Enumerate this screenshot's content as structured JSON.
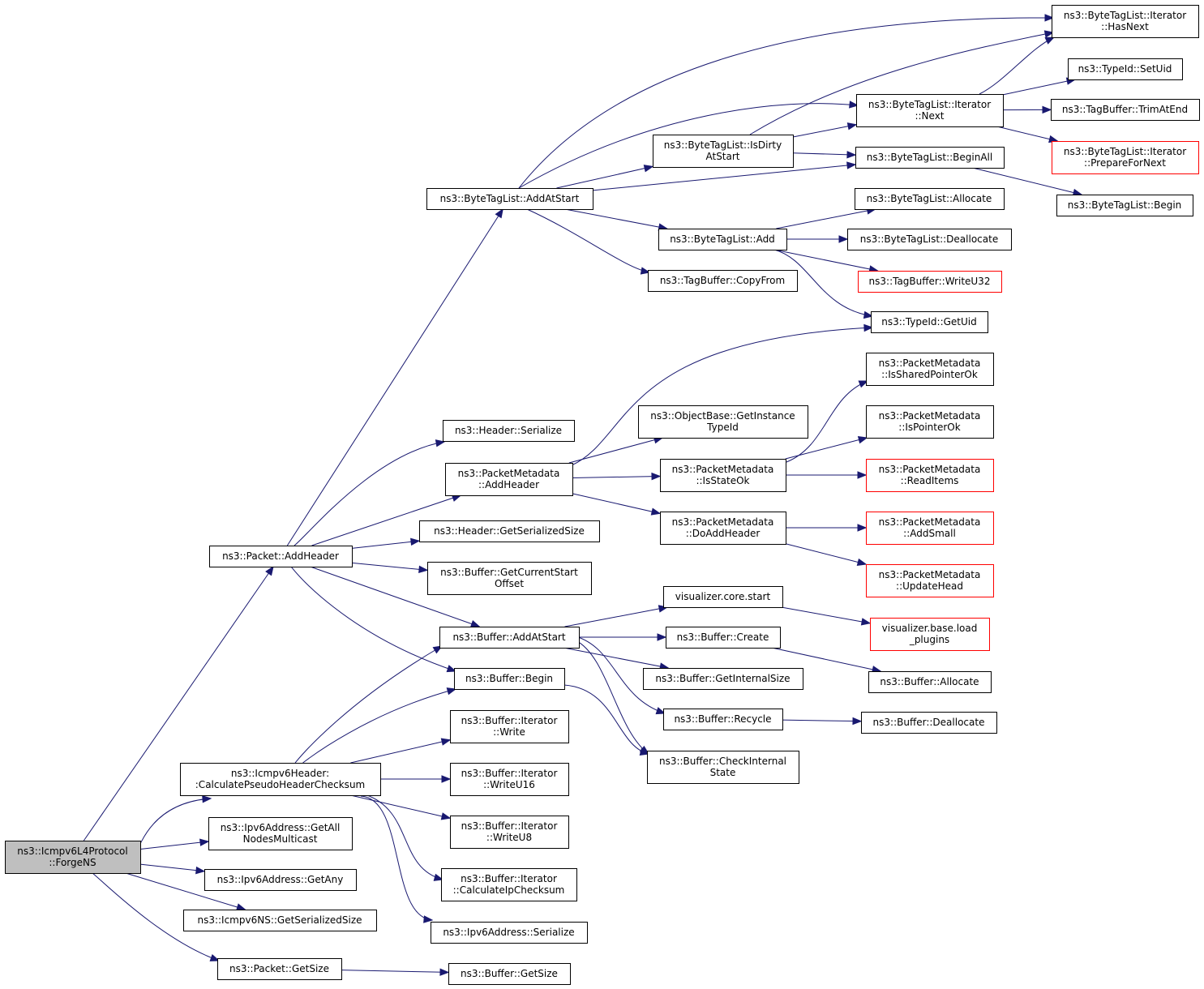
{
  "colors": {
    "edge": "#191970",
    "node_border": "#000000",
    "truncated_border": "#ff0000",
    "root_fill": "#bfbfbf",
    "node_fill": "#ffffff"
  },
  "nodes": [
    {
      "id": "forge",
      "lines": [
        "ns3::Icmpv6L4Protocol",
        "::ForgeNS"
      ],
      "style": "root"
    },
    {
      "id": "calc",
      "lines": [
        "ns3::Icmpv6Header:",
        ":CalculatePseudoHeaderChecksum"
      ],
      "style": "normal"
    },
    {
      "id": "getallnodes",
      "lines": [
        "ns3::Ipv6Address::GetAll",
        "NodesMulticast"
      ],
      "style": "normal"
    },
    {
      "id": "getany",
      "lines": [
        "ns3::Ipv6Address::GetAny"
      ],
      "style": "normal"
    },
    {
      "id": "icmpns",
      "lines": [
        "ns3::Icmpv6NS::GetSerializedSize"
      ],
      "style": "normal"
    },
    {
      "id": "pktsize",
      "lines": [
        "ns3::Packet::GetSize"
      ],
      "style": "normal"
    },
    {
      "id": "addheader",
      "lines": [
        "ns3::Packet::AddHeader"
      ],
      "style": "normal"
    },
    {
      "id": "btl_addatstart",
      "lines": [
        "ns3::ByteTagList::AddAtStart"
      ],
      "style": "normal"
    },
    {
      "id": "hdr_serialize",
      "lines": [
        "ns3::Header::Serialize"
      ],
      "style": "normal"
    },
    {
      "id": "pm_addheader",
      "lines": [
        "ns3::PacketMetadata",
        "::AddHeader"
      ],
      "style": "normal"
    },
    {
      "id": "hdr_getsize",
      "lines": [
        "ns3::Header::GetSerializedSize"
      ],
      "style": "normal"
    },
    {
      "id": "buf_curstart",
      "lines": [
        "ns3::Buffer::GetCurrentStart",
        "Offset"
      ],
      "style": "normal"
    },
    {
      "id": "buf_addatstart",
      "lines": [
        "ns3::Buffer::AddAtStart"
      ],
      "style": "normal"
    },
    {
      "id": "buf_begin",
      "lines": [
        "ns3::Buffer::Begin"
      ],
      "style": "normal"
    },
    {
      "id": "it_write",
      "lines": [
        "ns3::Buffer::Iterator",
        "::Write"
      ],
      "style": "normal"
    },
    {
      "id": "it_writeu16",
      "lines": [
        "ns3::Buffer::Iterator",
        "::WriteU16"
      ],
      "style": "normal"
    },
    {
      "id": "it_writeu8",
      "lines": [
        "ns3::Buffer::Iterator",
        "::WriteU8"
      ],
      "style": "normal"
    },
    {
      "id": "it_calcip",
      "lines": [
        "ns3::Buffer::Iterator",
        "::CalculateIpChecksum"
      ],
      "style": "normal"
    },
    {
      "id": "ipv6_serialize",
      "lines": [
        "ns3::Ipv6Address::Serialize"
      ],
      "style": "normal"
    },
    {
      "id": "buf_getsize",
      "lines": [
        "ns3::Buffer::GetSize"
      ],
      "style": "normal"
    },
    {
      "id": "btl_isdirty",
      "lines": [
        "ns3::ByteTagList::IsDirty",
        "AtStart"
      ],
      "style": "normal"
    },
    {
      "id": "btl_add",
      "lines": [
        "ns3::ByteTagList::Add"
      ],
      "style": "normal"
    },
    {
      "id": "tb_copyfrom",
      "lines": [
        "ns3::TagBuffer::CopyFrom"
      ],
      "style": "normal"
    },
    {
      "id": "ob_getinstance",
      "lines": [
        "ns3::ObjectBase::GetInstance",
        "TypeId"
      ],
      "style": "normal"
    },
    {
      "id": "pm_isstateok",
      "lines": [
        "ns3::PacketMetadata",
        "::IsStateOk"
      ],
      "style": "normal"
    },
    {
      "id": "pm_doaddheader",
      "lines": [
        "ns3::PacketMetadata",
        "::DoAddHeader"
      ],
      "style": "normal"
    },
    {
      "id": "vis_start",
      "lines": [
        "visualizer.core.start"
      ],
      "style": "normal"
    },
    {
      "id": "buf_create",
      "lines": [
        "ns3::Buffer::Create"
      ],
      "style": "normal"
    },
    {
      "id": "buf_getinternal",
      "lines": [
        "ns3::Buffer::GetInternalSize"
      ],
      "style": "normal"
    },
    {
      "id": "buf_recycle",
      "lines": [
        "ns3::Buffer::Recycle"
      ],
      "style": "normal"
    },
    {
      "id": "buf_checkinternal",
      "lines": [
        "ns3::Buffer::CheckInternal",
        "State"
      ],
      "style": "normal"
    },
    {
      "id": "bti_hasnext",
      "lines": [
        "ns3::ByteTagList::Iterator",
        "::HasNext"
      ],
      "style": "normal"
    },
    {
      "id": "bti_next",
      "lines": [
        "ns3::ByteTagList::Iterator",
        "::Next"
      ],
      "style": "normal"
    },
    {
      "id": "btl_beginall",
      "lines": [
        "ns3::ByteTagList::BeginAll"
      ],
      "style": "normal"
    },
    {
      "id": "btl_allocate",
      "lines": [
        "ns3::ByteTagList::Allocate"
      ],
      "style": "normal"
    },
    {
      "id": "btl_deallocate",
      "lines": [
        "ns3::ByteTagList::Deallocate"
      ],
      "style": "normal"
    },
    {
      "id": "tb_writeu32",
      "lines": [
        "ns3::TagBuffer::WriteU32"
      ],
      "style": "truncated"
    },
    {
      "id": "typeid_getuid",
      "lines": [
        "ns3::TypeId::GetUid"
      ],
      "style": "normal"
    },
    {
      "id": "pm_issharedptr",
      "lines": [
        "ns3::PacketMetadata",
        "::IsSharedPointerOk"
      ],
      "style": "normal"
    },
    {
      "id": "pm_isptrok",
      "lines": [
        "ns3::PacketMetadata",
        "::IsPointerOk"
      ],
      "style": "normal"
    },
    {
      "id": "pm_readitems",
      "lines": [
        "ns3::PacketMetadata",
        "::ReadItems"
      ],
      "style": "truncated"
    },
    {
      "id": "pm_addsmall",
      "lines": [
        "ns3::PacketMetadata",
        "::AddSmall"
      ],
      "style": "truncated"
    },
    {
      "id": "pm_updatehead",
      "lines": [
        "ns3::PacketMetadata",
        "::UpdateHead"
      ],
      "style": "truncated"
    },
    {
      "id": "vis_loadplugins",
      "lines": [
        "visualizer.base.load",
        "_plugins"
      ],
      "style": "truncated"
    },
    {
      "id": "buf_allocate",
      "lines": [
        "ns3::Buffer::Allocate"
      ],
      "style": "normal"
    },
    {
      "id": "buf_deallocate",
      "lines": [
        "ns3::Buffer::Deallocate"
      ],
      "style": "normal"
    },
    {
      "id": "typeid_setuid",
      "lines": [
        "ns3::TypeId::SetUid"
      ],
      "style": "normal"
    },
    {
      "id": "tb_trimatend",
      "lines": [
        "ns3::TagBuffer::TrimAtEnd"
      ],
      "style": "normal"
    },
    {
      "id": "bti_prepare",
      "lines": [
        "ns3::ByteTagList::Iterator",
        "::PrepareForNext"
      ],
      "style": "truncated"
    },
    {
      "id": "btl_begin",
      "lines": [
        "ns3::ByteTagList::Begin"
      ],
      "style": "normal"
    }
  ],
  "edges": [
    [
      "forge",
      "addheader"
    ],
    [
      "forge",
      "calc"
    ],
    [
      "forge",
      "getallnodes"
    ],
    [
      "forge",
      "getany"
    ],
    [
      "forge",
      "icmpns"
    ],
    [
      "forge",
      "pktsize"
    ],
    [
      "addheader",
      "btl_addatstart"
    ],
    [
      "addheader",
      "hdr_serialize"
    ],
    [
      "addheader",
      "pm_addheader"
    ],
    [
      "addheader",
      "hdr_getsize"
    ],
    [
      "addheader",
      "buf_curstart"
    ],
    [
      "addheader",
      "buf_addatstart"
    ],
    [
      "addheader",
      "buf_begin"
    ],
    [
      "calc",
      "buf_addatstart"
    ],
    [
      "calc",
      "buf_begin"
    ],
    [
      "calc",
      "it_write"
    ],
    [
      "calc",
      "it_writeu16"
    ],
    [
      "calc",
      "it_writeu8"
    ],
    [
      "calc",
      "it_calcip"
    ],
    [
      "calc",
      "ipv6_serialize"
    ],
    [
      "pktsize",
      "buf_getsize"
    ],
    [
      "btl_addatstart",
      "bti_hasnext"
    ],
    [
      "btl_addatstart",
      "bti_next"
    ],
    [
      "btl_addatstart",
      "btl_isdirty"
    ],
    [
      "btl_addatstart",
      "btl_beginall"
    ],
    [
      "btl_addatstart",
      "btl_add"
    ],
    [
      "btl_addatstart",
      "tb_copyfrom"
    ],
    [
      "btl_isdirty",
      "bti_hasnext"
    ],
    [
      "btl_isdirty",
      "bti_next"
    ],
    [
      "btl_isdirty",
      "btl_beginall"
    ],
    [
      "bti_next",
      "bti_hasnext"
    ],
    [
      "bti_next",
      "typeid_setuid"
    ],
    [
      "bti_next",
      "tb_trimatend"
    ],
    [
      "bti_next",
      "bti_prepare"
    ],
    [
      "btl_beginall",
      "btl_begin"
    ],
    [
      "btl_add",
      "btl_allocate"
    ],
    [
      "btl_add",
      "btl_deallocate"
    ],
    [
      "btl_add",
      "tb_writeu32"
    ],
    [
      "btl_add",
      "typeid_getuid"
    ],
    [
      "pm_addheader",
      "typeid_getuid"
    ],
    [
      "pm_addheader",
      "ob_getinstance"
    ],
    [
      "pm_addheader",
      "pm_isstateok"
    ],
    [
      "pm_addheader",
      "pm_doaddheader"
    ],
    [
      "pm_isstateok",
      "pm_issharedptr"
    ],
    [
      "pm_isstateok",
      "pm_isptrok"
    ],
    [
      "pm_isstateok",
      "pm_readitems"
    ],
    [
      "pm_doaddheader",
      "pm_addsmall"
    ],
    [
      "pm_doaddheader",
      "pm_updatehead"
    ],
    [
      "buf_addatstart",
      "vis_start"
    ],
    [
      "buf_addatstart",
      "buf_create"
    ],
    [
      "buf_addatstart",
      "buf_getinternal"
    ],
    [
      "buf_addatstart",
      "buf_recycle"
    ],
    [
      "buf_addatstart",
      "buf_checkinternal"
    ],
    [
      "vis_start",
      "vis_loadplugins"
    ],
    [
      "buf_create",
      "buf_allocate"
    ],
    [
      "buf_recycle",
      "buf_deallocate"
    ],
    [
      "buf_begin",
      "buf_checkinternal"
    ]
  ]
}
